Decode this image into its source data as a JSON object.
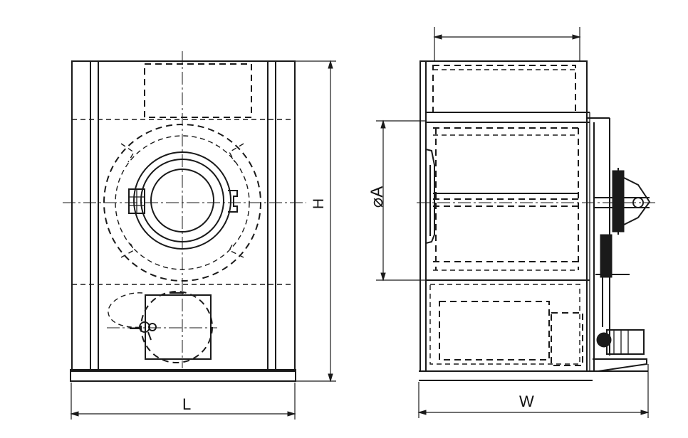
{
  "diagram": {
    "front_view": {
      "dimension_labels": {
        "length": "L",
        "height": "H"
      }
    },
    "side_view": {
      "dimension_labels": {
        "width": "W",
        "drum_diameter": "⌀A"
      }
    }
  }
}
